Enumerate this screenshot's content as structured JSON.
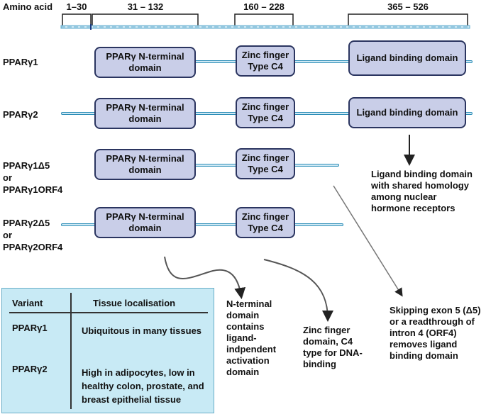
{
  "header": {
    "amino_acid_label": "Amino acid",
    "ranges": [
      "1–30",
      "31 – 132",
      "160 – 228",
      "365 – 526"
    ]
  },
  "variants": [
    {
      "label_lines": [
        "PPARγ1"
      ],
      "domains": [
        "PPARγ N-terminal domain",
        "Zinc finger Type C4",
        "Ligand binding domain"
      ]
    },
    {
      "label_lines": [
        "PPARγ2"
      ],
      "domains": [
        "PPARγ N-terminal domain",
        "Zinc finger Type C4",
        "Ligand binding domain"
      ]
    },
    {
      "label_lines": [
        "PPARγ1Δ5",
        "or",
        "PPARγ1ORF4"
      ],
      "domains": [
        "PPARγ N-terminal domain",
        "Zinc finger Type C4"
      ]
    },
    {
      "label_lines": [
        "PPARγ2Δ5",
        "or",
        "PPARγ2ORF4"
      ],
      "domains": [
        "PPARγ N-terminal domain",
        "Zinc finger Type C4"
      ]
    }
  ],
  "annotations": {
    "ligand": "Ligand binding domain with shared homology among nuclear hormone receptors",
    "nterm": "N-terminal domain contains ligand-indpendent activation domain",
    "zinc": "Zinc finger domain, C4 type for DNA-binding",
    "skip": "Skipping exon 5 (Δ5) or a readthrough of intron 4 (ORF4) removes ligand binding domain"
  },
  "table": {
    "headers": [
      "Variant",
      "Tissue localisation"
    ],
    "rows": [
      {
        "variant": "PPARγ1",
        "tissue": "Ubiquitous in many tissues"
      },
      {
        "variant": "PPARγ2",
        "tissue": "High in adipocytes, low in healthy colon, prostate, and breast epithelial tissue"
      }
    ]
  },
  "colors": {
    "domain_fill": "#c9cee8",
    "domain_border": "#2b3560",
    "strand": "#2f8fb8",
    "table_fill": "#c8eaf5"
  }
}
